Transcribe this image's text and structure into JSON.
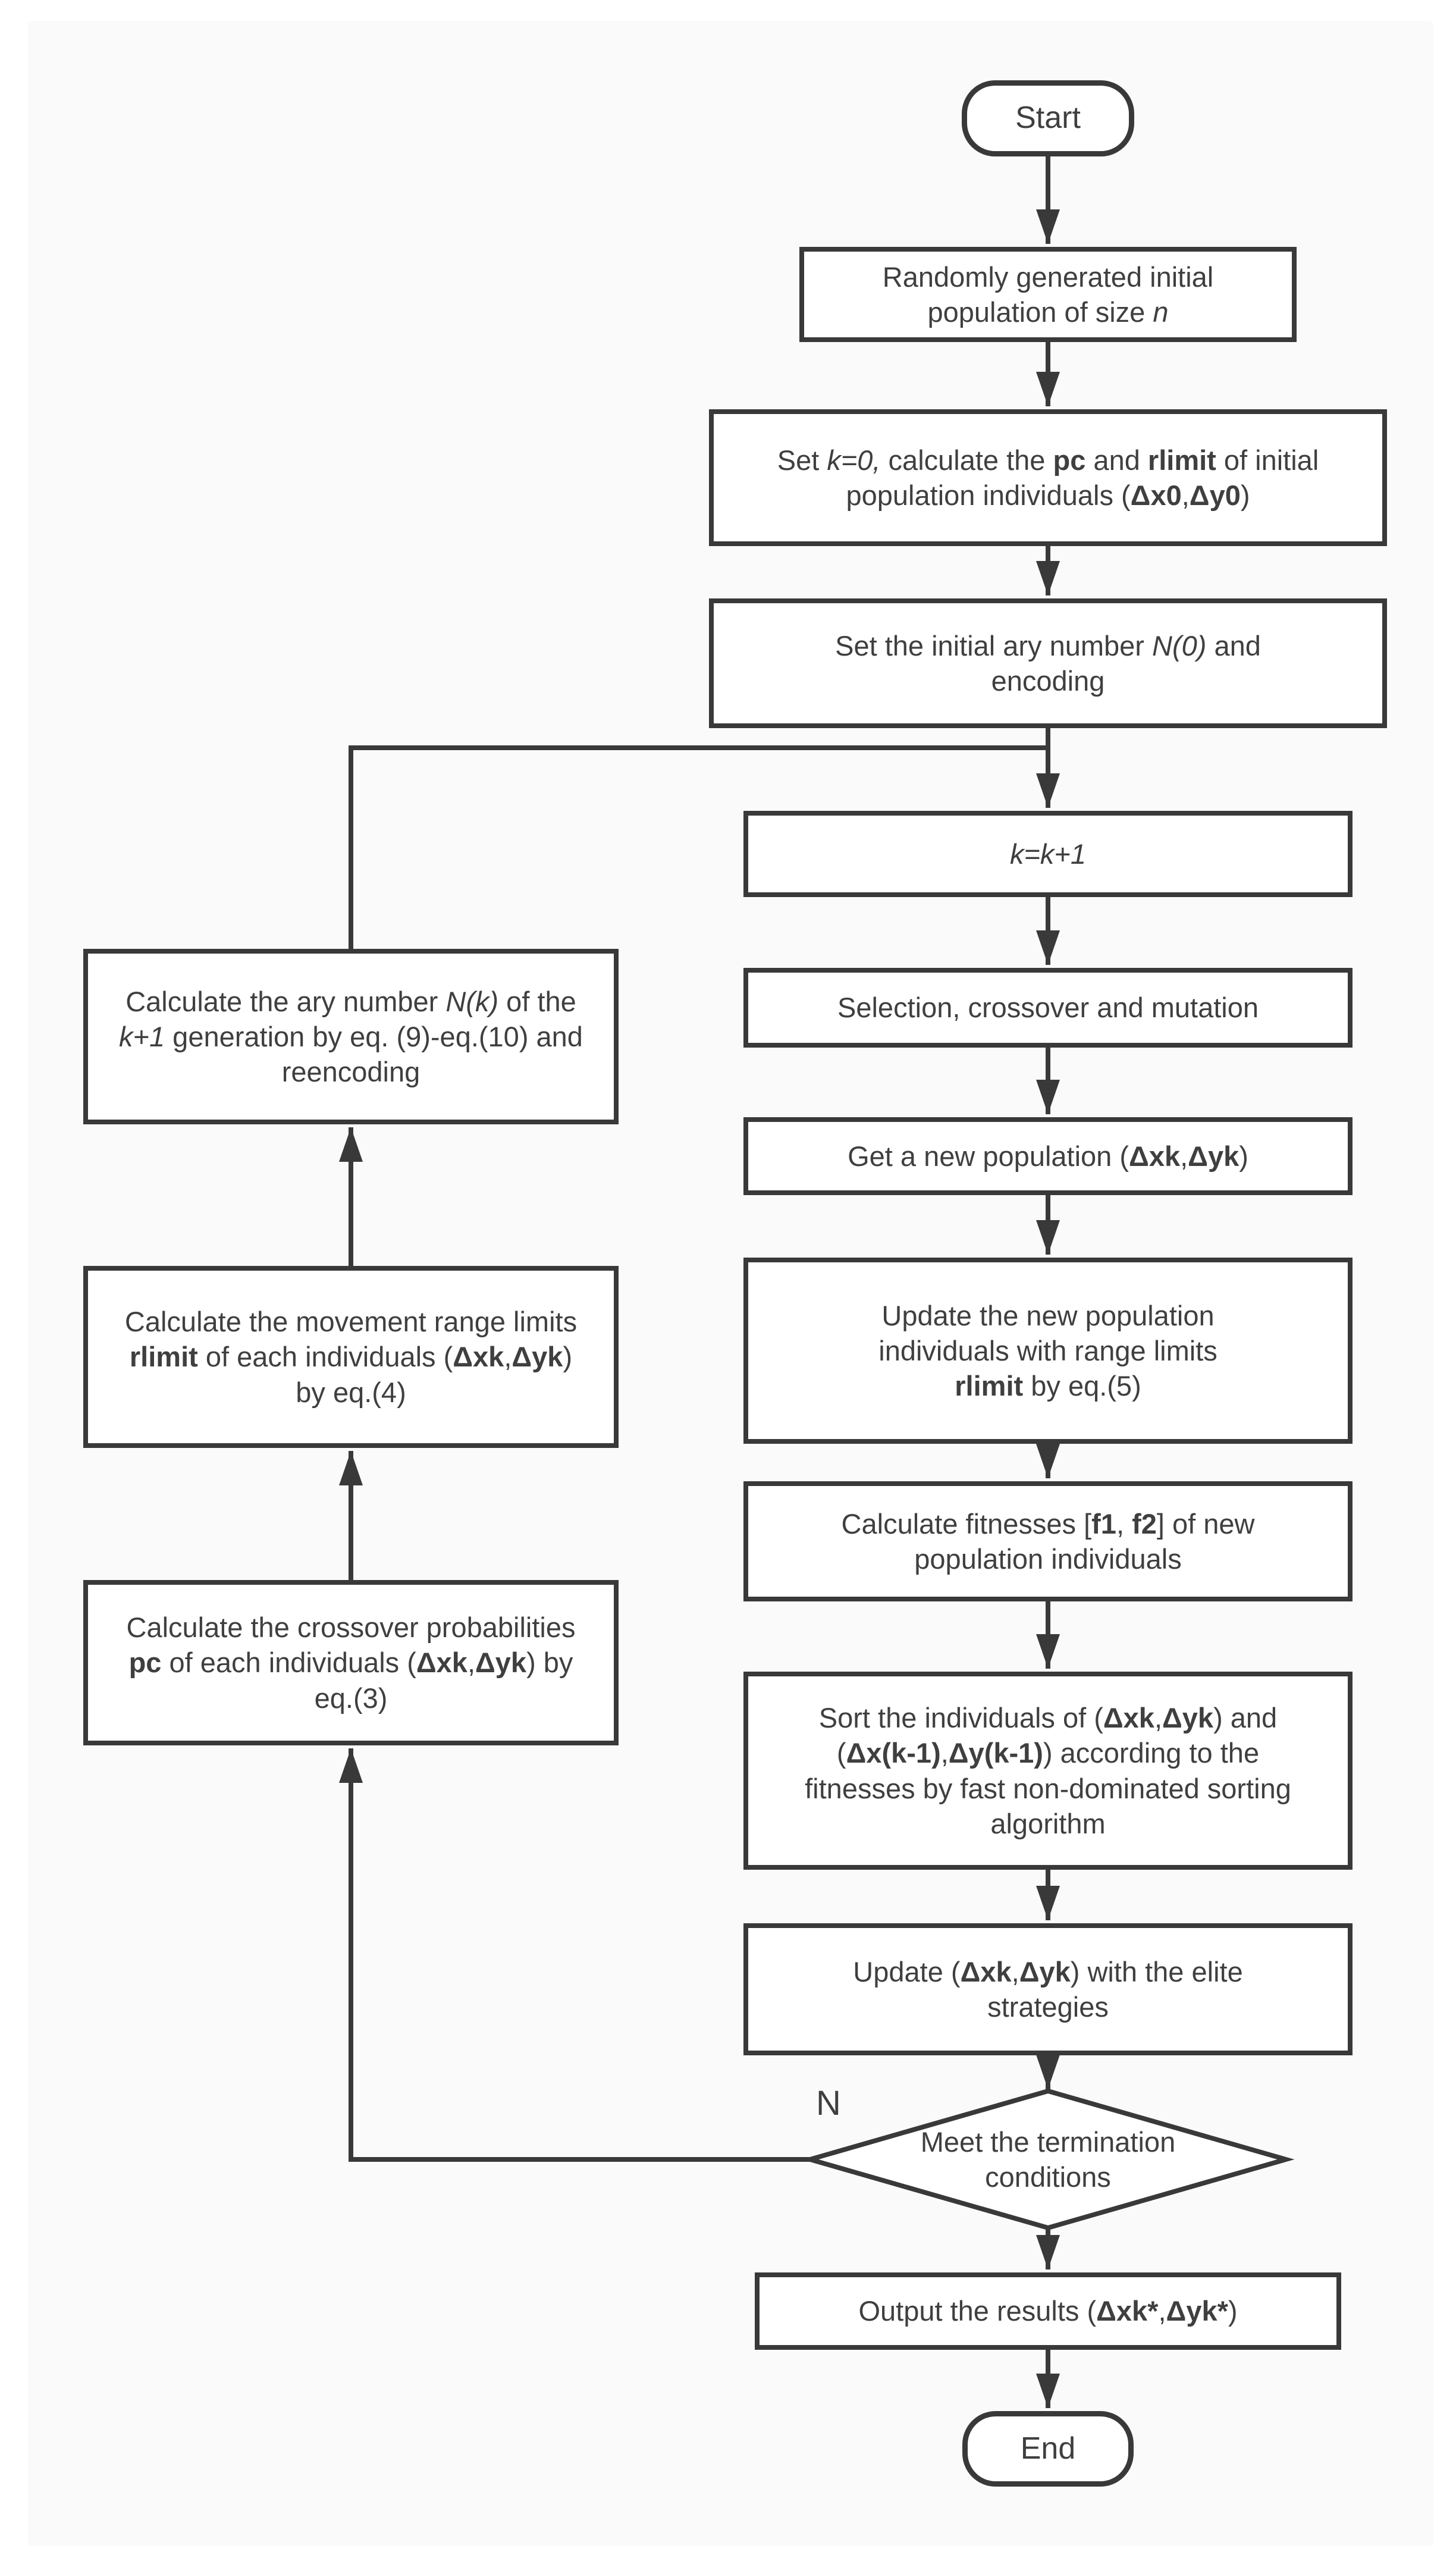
{
  "flowchart": {
    "colors": {
      "line": "#393939",
      "box_fill": "#ffffff",
      "panel_bg": "#fafafa",
      "text": "#3f3f3f"
    },
    "nodes": {
      "start": {
        "label": "Start"
      },
      "init_population": {
        "segments": [
          {
            "t": "Randomly generated initial population of size "
          },
          {
            "t": "n",
            "i": true
          }
        ]
      },
      "set_k0": {
        "segments": [
          {
            "t": "Set "
          },
          {
            "t": "k=0,",
            "i": true
          },
          {
            "t": " calculate the "
          },
          {
            "t": "pc",
            "b": true
          },
          {
            "t": " and "
          },
          {
            "t": "rlimit",
            "b": true
          },
          {
            "t": " of initial population individuals ("
          },
          {
            "t": "Δx0",
            "b": true
          },
          {
            "t": ","
          },
          {
            "t": "Δy0",
            "b": true
          },
          {
            "t": ")"
          }
        ]
      },
      "set_ary_number": {
        "segments": [
          {
            "t": "Set the initial ary number "
          },
          {
            "t": "N(0)",
            "i": true
          },
          {
            "t": " and encoding"
          }
        ]
      },
      "k_increment": {
        "segments": [
          {
            "t": "k=k+1",
            "i": true
          }
        ]
      },
      "selection_crossover_mutation": {
        "segments": [
          {
            "t": "Selection, crossover and mutation"
          }
        ]
      },
      "get_new_population": {
        "segments": [
          {
            "t": "Get a new population ("
          },
          {
            "t": "Δxk",
            "b": true
          },
          {
            "t": ","
          },
          {
            "t": "Δyk",
            "b": true
          },
          {
            "t": ")"
          }
        ]
      },
      "update_population_rlimit": {
        "segments": [
          {
            "t": "Update the new population individuals with range limits "
          },
          {
            "t": "rlimit",
            "b": true
          },
          {
            "t": " by eq.(5)"
          }
        ]
      },
      "calc_fitnesses": {
        "segments": [
          {
            "t": "Calculate fitnesses ["
          },
          {
            "t": "f1",
            "b": true
          },
          {
            "t": ", "
          },
          {
            "t": "f2",
            "b": true
          },
          {
            "t": "] of new population individuals"
          }
        ]
      },
      "sort_individuals": {
        "segments": [
          {
            "t": "Sort the individuals of ("
          },
          {
            "t": "Δxk",
            "b": true
          },
          {
            "t": ","
          },
          {
            "t": "Δyk",
            "b": true
          },
          {
            "t": ") and ("
          },
          {
            "t": "Δx(k-1)",
            "b": true
          },
          {
            "t": ","
          },
          {
            "t": "Δy(k-1)",
            "b": true
          },
          {
            "t": ") according to the fitnesses by fast non-dominated sorting algorithm"
          }
        ]
      },
      "update_elite": {
        "segments": [
          {
            "t": "Update ("
          },
          {
            "t": "Δxk",
            "b": true
          },
          {
            "t": ","
          },
          {
            "t": "Δyk",
            "b": true
          },
          {
            "t": ") with the elite strategies"
          }
        ]
      },
      "termination": {
        "segments": [
          {
            "t": "Meet the termination conditions"
          }
        ]
      },
      "output_results": {
        "segments": [
          {
            "t": "Output the results ("
          },
          {
            "t": "Δxk*",
            "b": true
          },
          {
            "t": ","
          },
          {
            "t": "Δyk*",
            "b": true
          },
          {
            "t": ")"
          }
        ]
      },
      "end": {
        "label": "End"
      },
      "calc_ary_number": {
        "segments": [
          {
            "t": "Calculate the ary number "
          },
          {
            "t": "N(k)",
            "i": true
          },
          {
            "t": " of the "
          },
          {
            "t": "k+1",
            "i": true
          },
          {
            "t": " generation by eq. (9)-eq.(10) and reencoding"
          }
        ]
      },
      "calc_rlimit": {
        "segments": [
          {
            "t": "Calculate the movement range limits "
          },
          {
            "t": "rlimit",
            "b": true
          },
          {
            "t": " of each individuals ("
          },
          {
            "t": "Δxk",
            "b": true
          },
          {
            "t": ","
          },
          {
            "t": "Δyk",
            "b": true
          },
          {
            "t": ") by eq.(4)"
          }
        ]
      },
      "calc_crossover_prob": {
        "segments": [
          {
            "t": "Calculate the crossover probabilities "
          },
          {
            "t": "pc",
            "b": true
          },
          {
            "t": " of each individuals ("
          },
          {
            "t": "Δxk",
            "b": true
          },
          {
            "t": ","
          },
          {
            "t": "Δyk",
            "b": true
          },
          {
            "t": ") by eq.(3)"
          }
        ]
      },
      "branch_n": {
        "label": "N"
      }
    }
  }
}
